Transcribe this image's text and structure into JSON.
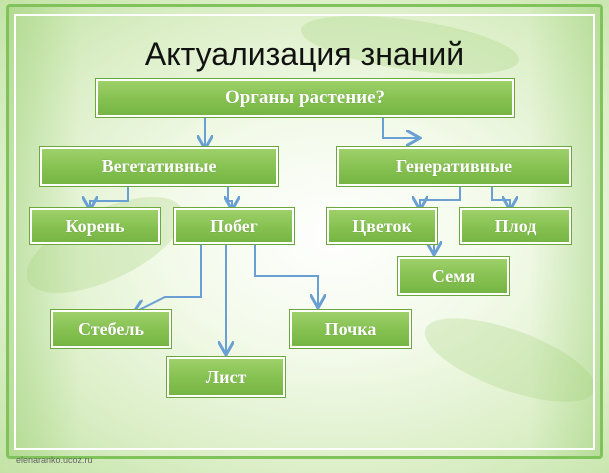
{
  "title": "Актуализация знаний",
  "nodes": {
    "organs": "Органы растение?",
    "vegetative": "Вегетативные",
    "generative": "Генеративные",
    "root": "Корень",
    "shoot": "Побег",
    "flower": "Цветок",
    "fruit": "Плод",
    "seed": "Семя",
    "stem": "Стебель",
    "bud": "Почка",
    "leaf": "Лист"
  },
  "footer": "elenaranko.ucoz.ru",
  "colors": {
    "node_fill": "#85c150",
    "node_text": "#ffffff",
    "arrow": "#6a9fd4",
    "frame": "#7fc35a"
  }
}
